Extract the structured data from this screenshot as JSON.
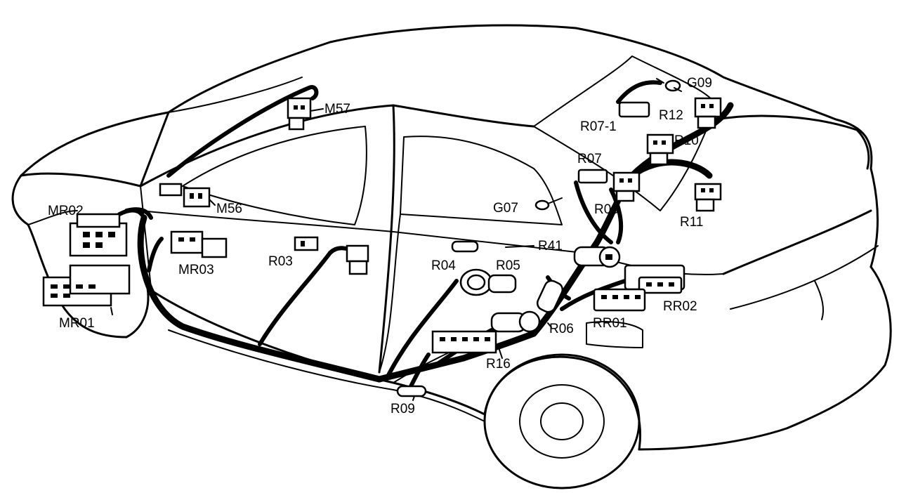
{
  "diagram": {
    "connectors": [
      "M57",
      "M56",
      "MR02",
      "MR01",
      "MR03",
      "R03",
      "R04",
      "R05",
      "R41",
      "G07",
      "R07",
      "R07-1",
      "R08",
      "G09",
      "R12",
      "R10",
      "R11",
      "RR02",
      "RR01",
      "R06",
      "R16",
      "R09"
    ]
  }
}
